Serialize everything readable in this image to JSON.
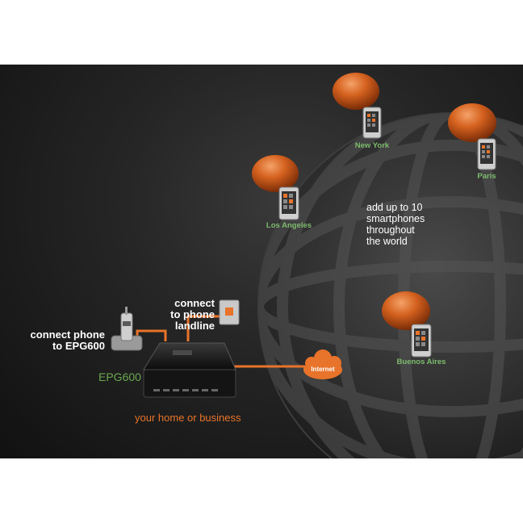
{
  "diagram": {
    "tagline_lines": [
      "add up to 10",
      "smartphones",
      "throughout",
      "the world"
    ],
    "cities": {
      "new_york": "New York",
      "paris": "Paris",
      "los_angeles": "Los Angeles",
      "buenos_aires": "Buenos Aires"
    },
    "landline": [
      "connect",
      "to phone",
      "landline"
    ],
    "phone": [
      "connect phone",
      "to EPG600"
    ],
    "device_name": "EPG600",
    "cloud_label": "Internet",
    "home_label": "your home or business"
  },
  "colors": {
    "accent_orange": "#e8732a",
    "city_green": "#7dbb6d",
    "device_green": "#6aa84f",
    "background": "#1b1b1b"
  }
}
